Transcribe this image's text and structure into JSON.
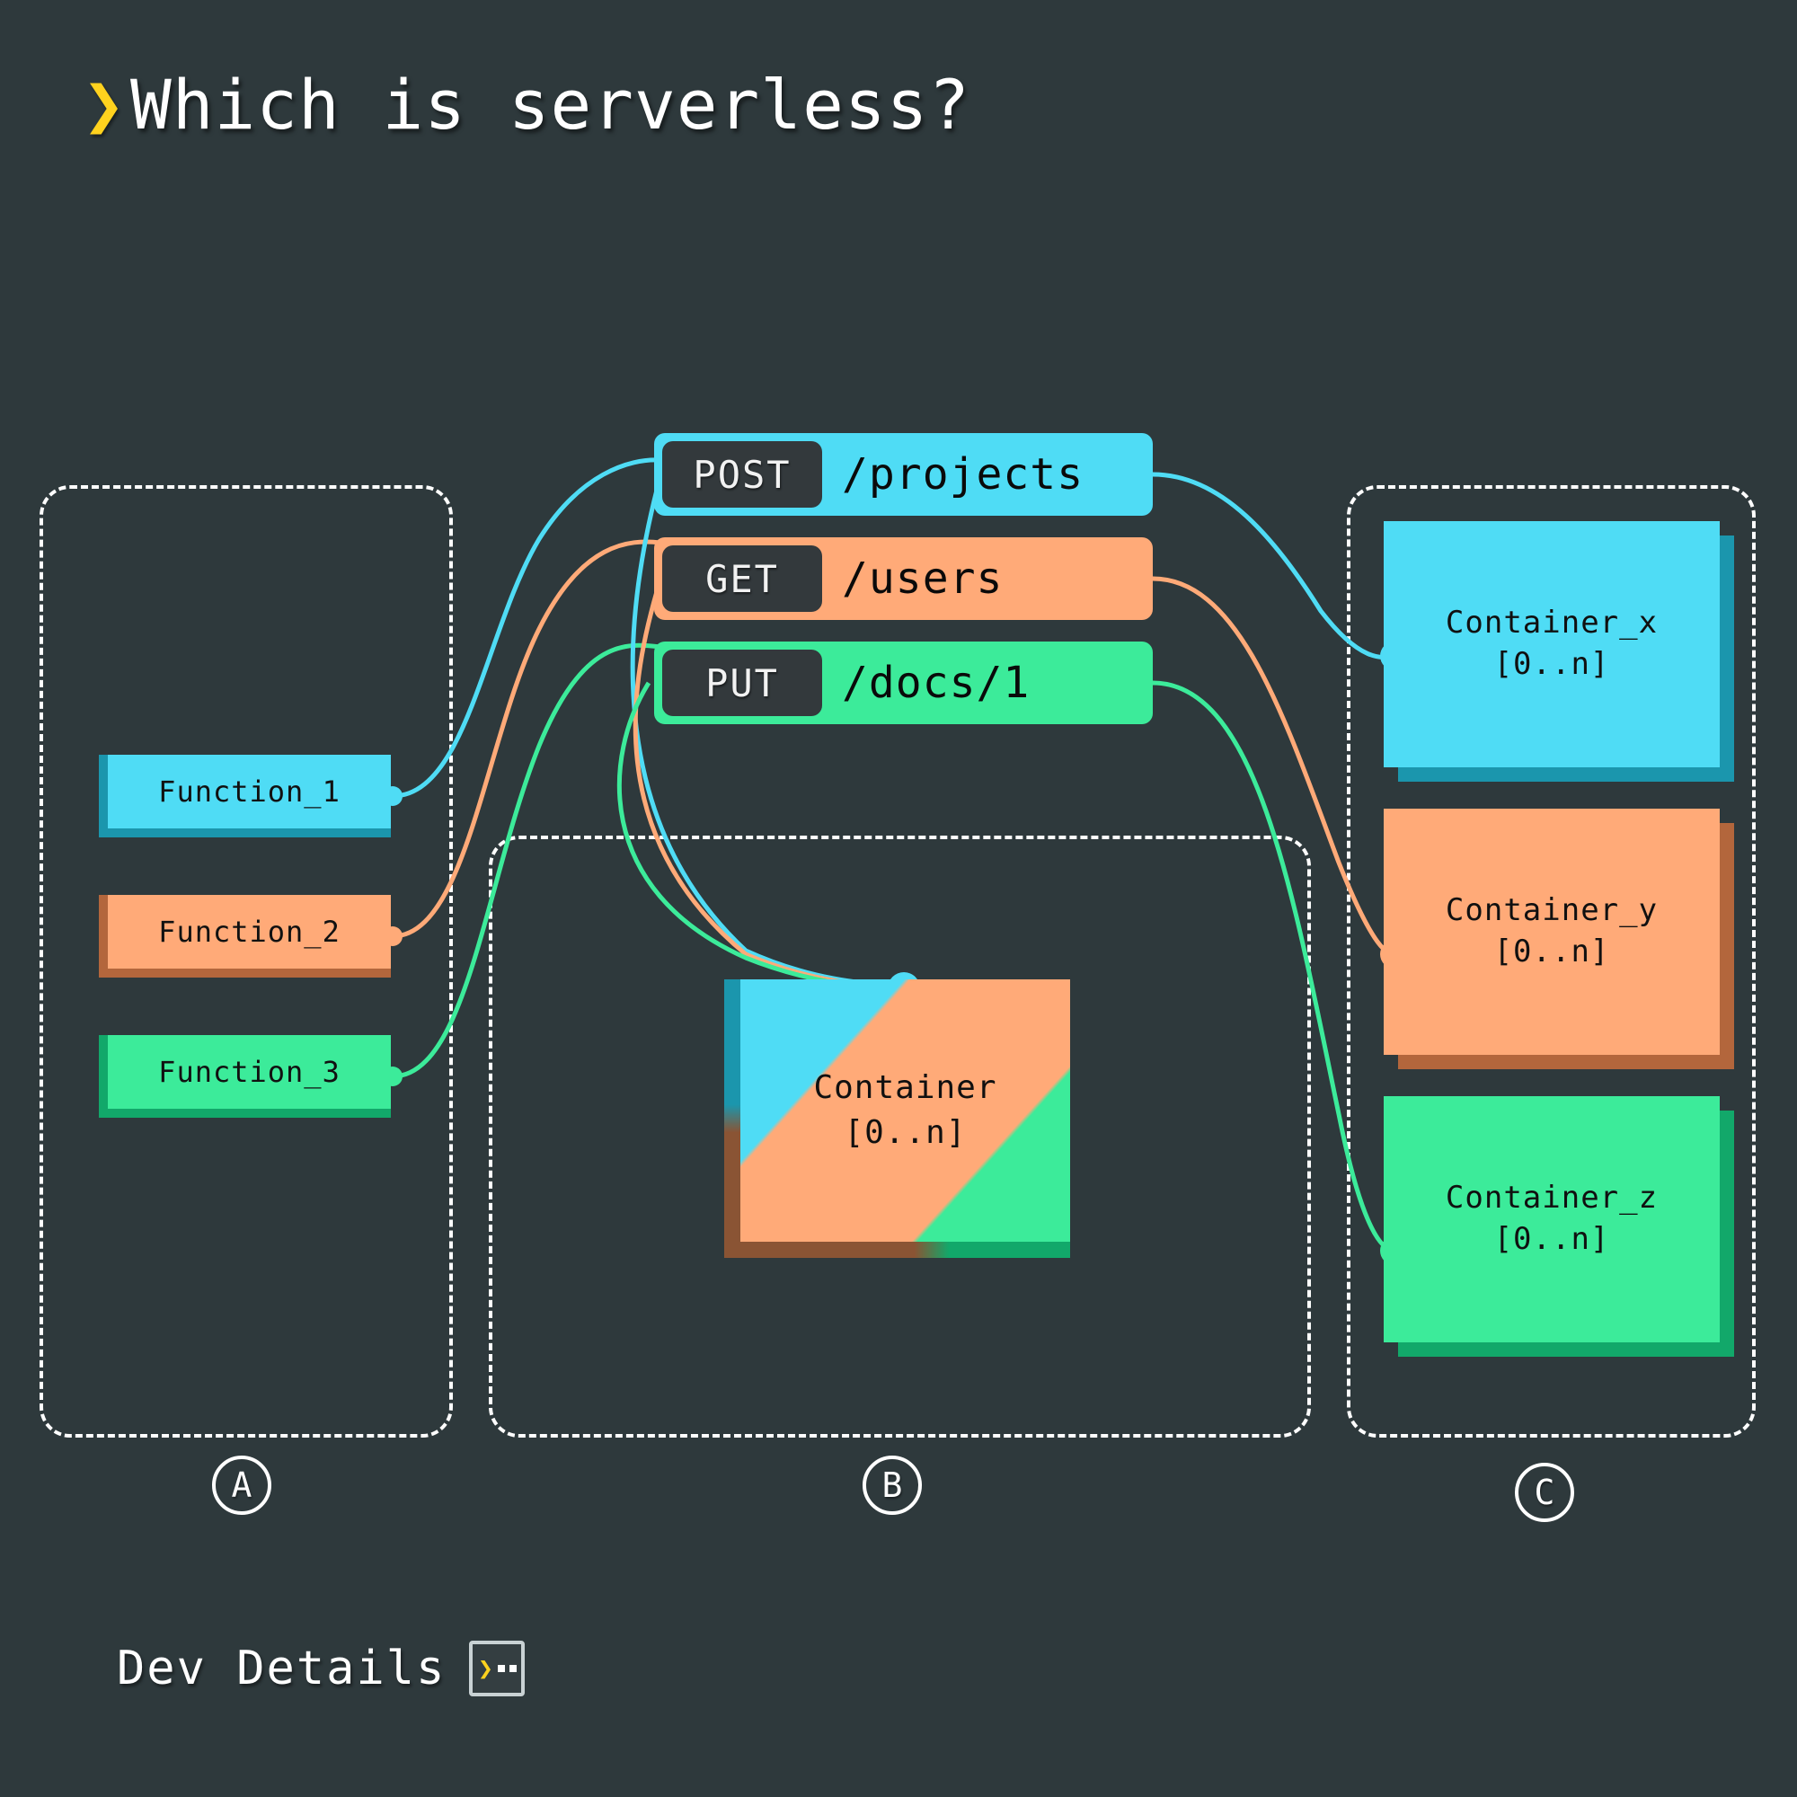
{
  "title": {
    "chevron": "❯",
    "text": "Which is serverless?"
  },
  "colors": {
    "background": "#2e393c",
    "cyan": "#4fdcf5",
    "cyan_dark": "#1b96ad",
    "orange": "#ffaa78",
    "orange_dark": "#b3663c",
    "green": "#3ceb9a",
    "green_dark": "#12a86a",
    "accent_yellow": "#ffd21e",
    "frame_white": "#ffffff",
    "badge_dark": "#33393c"
  },
  "groups": [
    {
      "id": "a",
      "badge": "A"
    },
    {
      "id": "b",
      "badge": "B"
    },
    {
      "id": "c",
      "badge": "C"
    }
  ],
  "functions": [
    {
      "label": "Function_1",
      "color": "#4fdcf5"
    },
    {
      "label": "Function_2",
      "color": "#ffaa78"
    },
    {
      "label": "Function_3",
      "color": "#3ceb9a"
    }
  ],
  "endpoints": [
    {
      "method": "POST",
      "path": "/projects",
      "color": "#4fdcf5"
    },
    {
      "method": "GET",
      "path": "/users",
      "color": "#ffaa78"
    },
    {
      "method": "PUT",
      "path": "/docs/1",
      "color": "#3ceb9a"
    }
  ],
  "containers_c": [
    {
      "name": "Container_x",
      "cardinality": "[0..n]",
      "color": "#4fdcf5"
    },
    {
      "name": "Container_y",
      "cardinality": "[0..n]",
      "color": "#ffaa78"
    },
    {
      "name": "Container_z",
      "cardinality": "[0..n]",
      "color": "#3ceb9a"
    }
  ],
  "container_b": {
    "name": "Container",
    "cardinality": "[0..n]"
  },
  "footer": {
    "label": "Dev Details",
    "icon_chevron": "❯"
  }
}
